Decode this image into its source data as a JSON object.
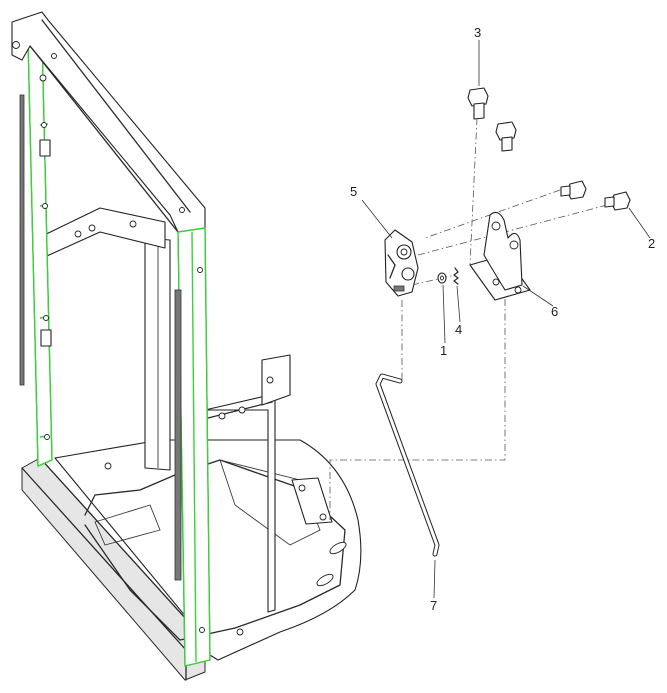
{
  "callouts": [
    {
      "id": "1",
      "label": "1"
    },
    {
      "id": "2",
      "label": "2"
    },
    {
      "id": "3",
      "label": "3"
    },
    {
      "id": "4",
      "label": "4"
    },
    {
      "id": "5",
      "label": "5"
    },
    {
      "id": "6",
      "label": "6"
    },
    {
      "id": "7",
      "label": "7"
    }
  ],
  "colors": {
    "line": "#2a2a2a",
    "highlight": "#38d338",
    "background": "#ffffff"
  }
}
